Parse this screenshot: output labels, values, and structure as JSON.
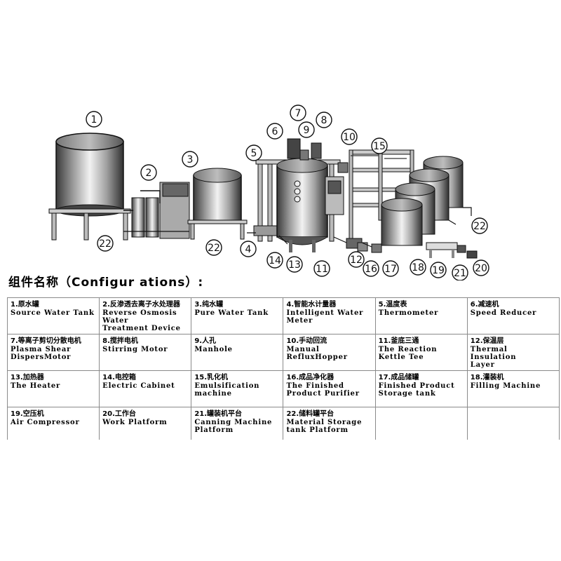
{
  "section_heading": "组件名称（Configur ations）:",
  "callouts": [
    "1",
    "2",
    "3",
    "4",
    "5",
    "6",
    "7",
    "8",
    "9",
    "10",
    "11",
    "12",
    "13",
    "14",
    "15",
    "16",
    "17",
    "18",
    "19",
    "20",
    "21",
    "22",
    "22",
    "22"
  ],
  "components": [
    {
      "cn": "1.原水罐",
      "en": "Source Water Tank"
    },
    {
      "cn": "2.反渗透去离子水处理器",
      "en": "Reverse Osmosis\nWater\n Treatment Device"
    },
    {
      "cn": "3.纯水罐",
      "en": "Pure Water Tank"
    },
    {
      "cn": "4.智能水计量器",
      "en": "Intelligent Water\nMeter"
    },
    {
      "cn": "5.温度表",
      "en": "Thermometer"
    },
    {
      "cn": "6.减速机",
      "en": "Speed Reducer"
    },
    {
      "cn": "7.等离子剪切分散电机",
      "en": "Plasma Shear\nDispersMotor"
    },
    {
      "cn": "8.搅拌电机",
      "en": "Stirring Motor"
    },
    {
      "cn": "9.人孔",
      "en": "Manhole"
    },
    {
      "cn": "10.手动回流",
      "en": "Manual\nRefluxHopper"
    },
    {
      "cn": "11.釜底三通",
      "en": "The Reaction\nKettle Tee"
    },
    {
      "cn": "12.保温层",
      "en": "Thermal Insulation\nLayer"
    },
    {
      "cn": "13.加热器",
      "en": "The Heater"
    },
    {
      "cn": "14.电控箱",
      "en": "Electric Cabinet"
    },
    {
      "cn": "15.乳化机",
      "en": "Emulsification\nmachine"
    },
    {
      "cn": "16.成品净化器",
      "en": "The Finished\nProduct Purifier"
    },
    {
      "cn": "17.成品储罐",
      "en": "Finished Product\nStorage     tank"
    },
    {
      "cn": "18.灌装机",
      "en": "Filling Machine"
    },
    {
      "cn": "19.空压机",
      "en": "Air Compressor"
    },
    {
      "cn": "20.工作台",
      "en": "Work Platform"
    },
    {
      "cn": "21.罐装机平台",
      "en": "Canning Machine\nPlatform"
    },
    {
      "cn": "22.储料罐平台",
      "en": "Material Storage\ntank Platform"
    },
    {
      "cn": "",
      "en": ""
    },
    {
      "cn": "",
      "en": ""
    }
  ]
}
